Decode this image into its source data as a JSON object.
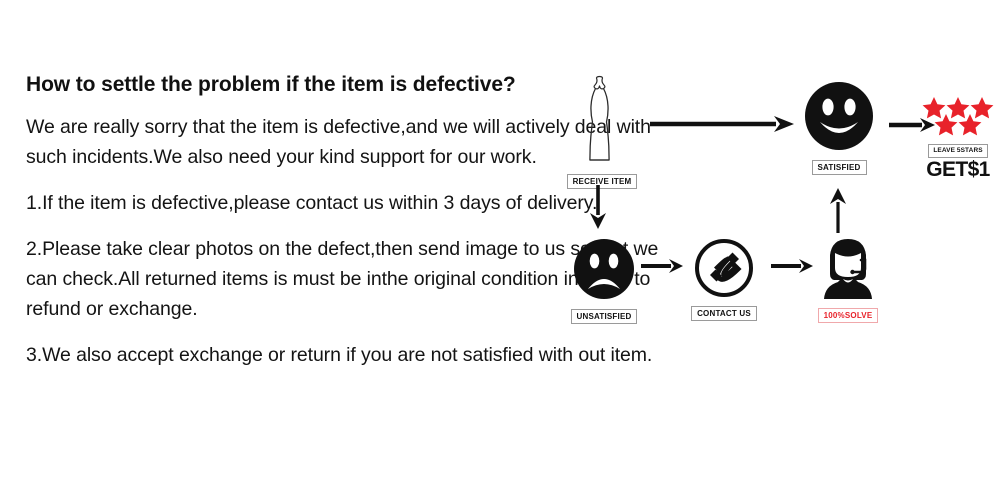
{
  "document": {
    "heading": "How to settle the problem if the item is defective?",
    "paragraphs": [
      "We are really sorry that the item is defective,and we will actively deal with such incidents.We also need your kind support for our work.",
      "1.If the item is defective,please contact us within 3 days of delivery.",
      "2.Please take clear photos on the defect,then send image to us so that we can check.All returned items is must be inthe original condition in order to refund or exchange.",
      "3.We also accept exchange or return if you are not satisfied with out item."
    ]
  },
  "diagram": {
    "type": "flowchart",
    "nodes": [
      {
        "id": "receive-item",
        "icon": "dress-icon",
        "caption": "RECEIVE ITEM"
      },
      {
        "id": "satisfied",
        "icon": "smiley-face-icon",
        "caption": "SATISFIED"
      },
      {
        "id": "reward",
        "icon": "five-stars-icon",
        "caption": "LEAVE 5STARS",
        "reward_text": "GET$1"
      },
      {
        "id": "unsatisfied",
        "icon": "sad-face-icon",
        "caption": "UNSATISFIED"
      },
      {
        "id": "contact-us",
        "icon": "phone-icon",
        "caption": "CONTACT US"
      },
      {
        "id": "solved",
        "icon": "support-agent-icon",
        "caption": "100%SOLVE"
      }
    ],
    "edges": [
      {
        "from": "receive-item",
        "to": "satisfied",
        "direction": "right"
      },
      {
        "from": "satisfied",
        "to": "reward",
        "direction": "right"
      },
      {
        "from": "receive-item",
        "to": "unsatisfied",
        "direction": "down"
      },
      {
        "from": "unsatisfied",
        "to": "contact-us",
        "direction": "right"
      },
      {
        "from": "contact-us",
        "to": "solved",
        "direction": "right"
      },
      {
        "from": "solved",
        "to": "satisfied",
        "direction": "up"
      }
    ],
    "colors": {
      "ink": "#111111",
      "star_red": "#e8222a",
      "badge_red": "#e8222a",
      "badge_border": "#f0a8ab",
      "caption_border": "#9a9a9a",
      "background": "#ffffff"
    }
  }
}
